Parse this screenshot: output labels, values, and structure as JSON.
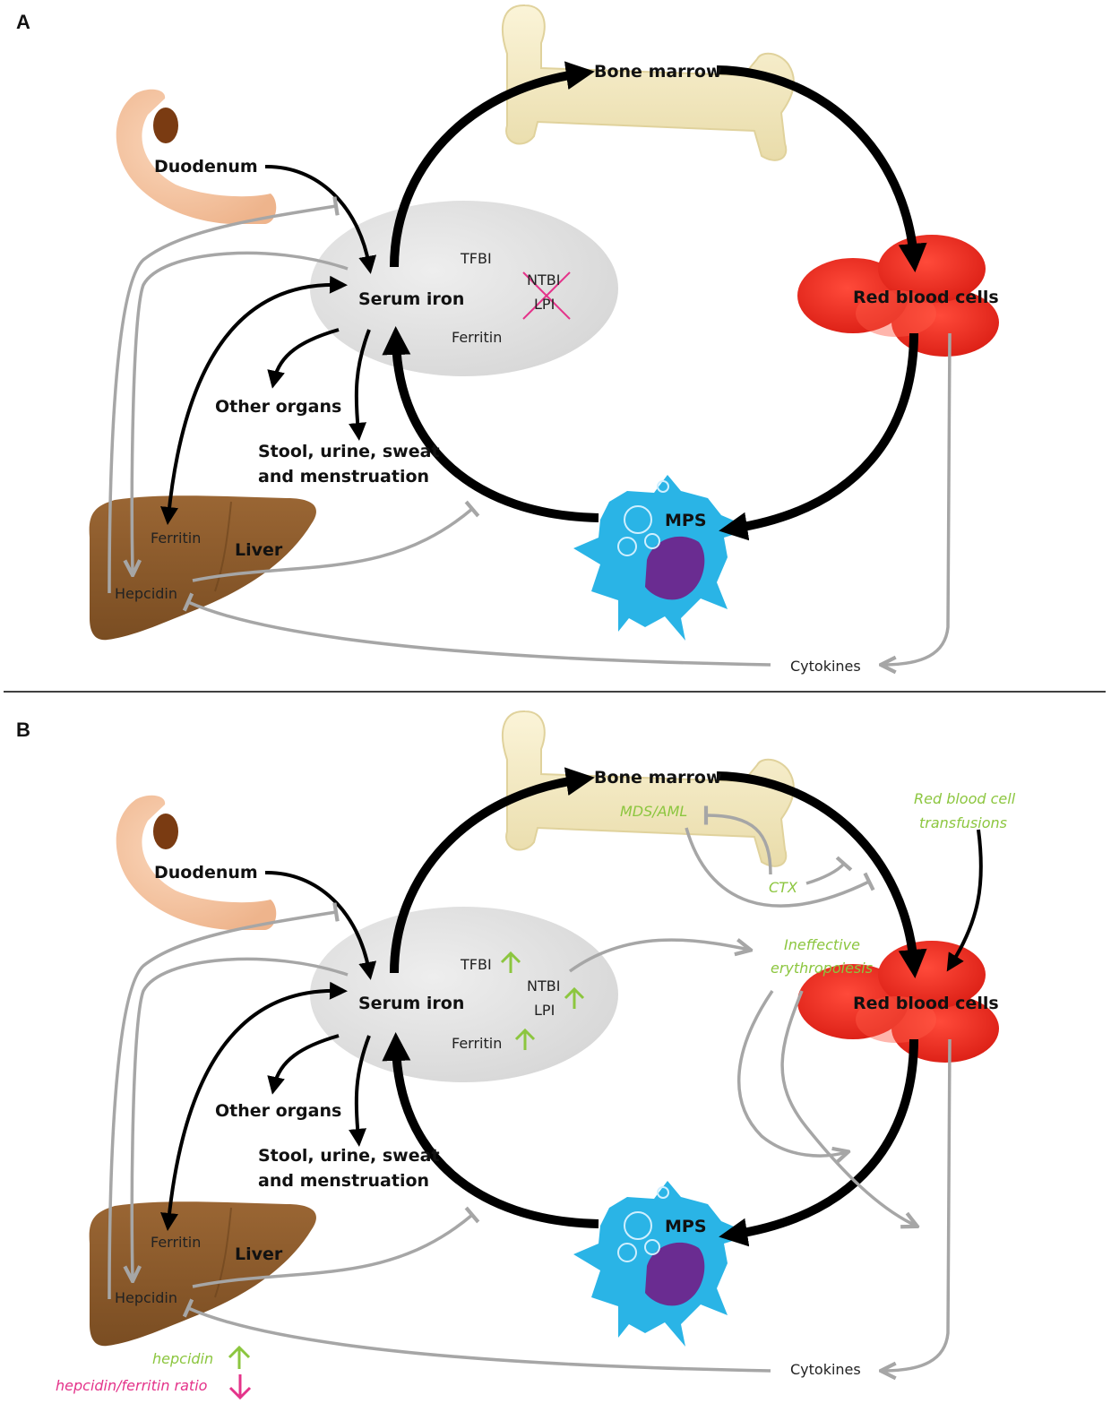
{
  "colors": {
    "green": "#8cc63f",
    "pink": "#e4338a",
    "gray_pathway": "#a6a6a6",
    "black_pathway": "#000000",
    "liver": "#8b5a2b",
    "duodenum": "#f5c6a5",
    "bone": "#f2e8c0",
    "rbc": "#e8261d",
    "mps": "#2ab4e6",
    "nucleus": "#6a2c91",
    "serum_ellipse": "#e2e2e2"
  },
  "icons": [
    "duodenum-icon",
    "bone-icon",
    "red-blood-cells-icon",
    "mps-macrophage-icon",
    "liver-icon",
    "up-arrow-icon",
    "down-arrow-icon",
    "cross-out-icon"
  ],
  "panel_a": {
    "letter": "A",
    "bone_marrow": "Bone marrow",
    "duodenum": "Duodenum",
    "serum_iron": "Serum iron",
    "tfbi": "TFBI",
    "ntbi": "NTBI",
    "lpi": "LPI",
    "ferritin": "Ferritin",
    "red_blood_cells": "Red blood cells",
    "other_organs": "Other organs",
    "excretion_line1": "Stool, urine, sweat",
    "excretion_line2": "and menstruation",
    "mps": "MPS",
    "liver_ferritin": "Ferritin",
    "liver": "Liver",
    "hepcidin": "Hepcidin",
    "cytokines": "Cytokines"
  },
  "panel_b": {
    "letter": "B",
    "bone_marrow": "Bone marrow",
    "mds_aml": "MDS/AML",
    "transfusions_line1": "Red blood cell",
    "transfusions_line2": "transfusions",
    "ctx": "CTX",
    "ineffective_line1": "Ineffective",
    "ineffective_line2": "erythropoiesis",
    "duodenum": "Duodenum",
    "serum_iron": "Serum iron",
    "tfbi": "TFBI",
    "ntbi": "NTBI",
    "lpi": "LPI",
    "ferritin": "Ferritin",
    "red_blood_cells": "Red blood cells",
    "other_organs": "Other organs",
    "excretion_line1": "Stool, urine, sweat",
    "excretion_line2": "and menstruation",
    "mps": "MPS",
    "liver_ferritin": "Ferritin",
    "liver": "Liver",
    "hepcidin": "Hepcidin",
    "cytokines": "Cytokines",
    "hepcidin_legend": "hepcidin",
    "ratio_legend": "hepcidin/ferritin ratio"
  }
}
